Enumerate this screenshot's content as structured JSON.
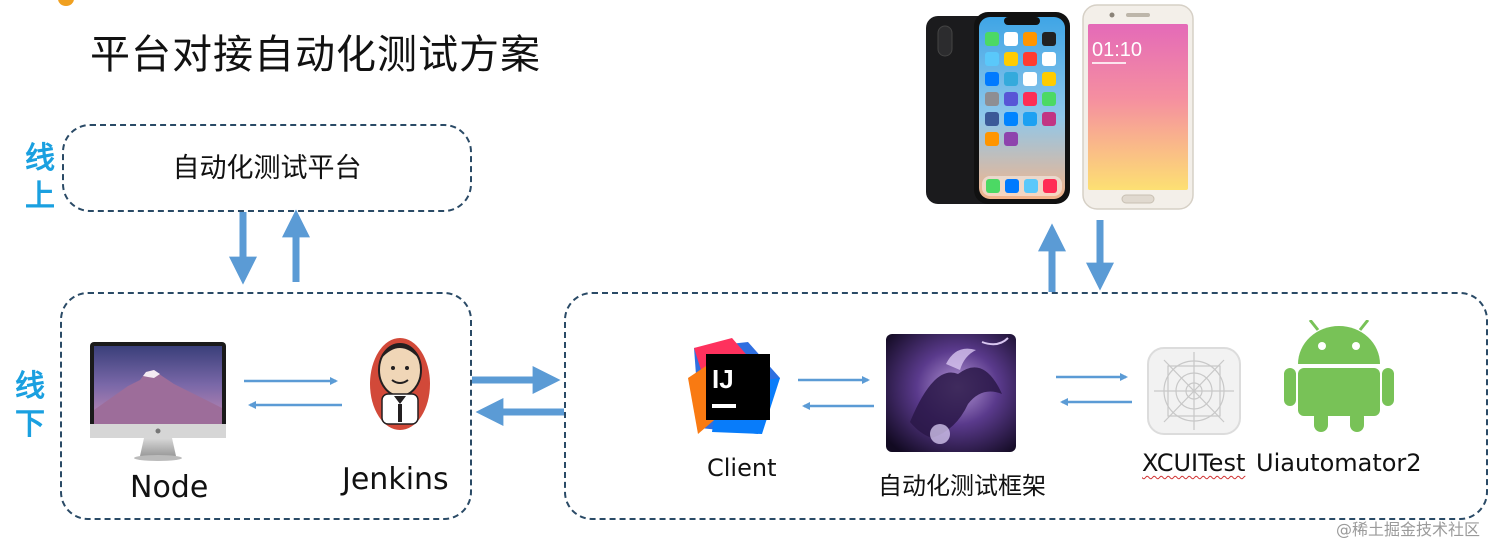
{
  "title": "平台对接自动化测试方案",
  "labels": {
    "online": "线上",
    "offline": "线下"
  },
  "online_box": {
    "text": "自动化测试平台"
  },
  "offline_box": {
    "node": "Node",
    "jenkins": "Jenkins"
  },
  "framework_box": {
    "client": "Client",
    "framework": "自动化测试框架",
    "xcuitest": "XCUITest",
    "uiautomator": "Uiautomator2"
  },
  "devices": {
    "iphone_time": "",
    "android_time": "01:10"
  },
  "watermark": "@稀土掘金技术社区",
  "colors": {
    "arrow": "#5b9bd5",
    "label": "#1aa0e0",
    "border": "#2a4a66"
  }
}
